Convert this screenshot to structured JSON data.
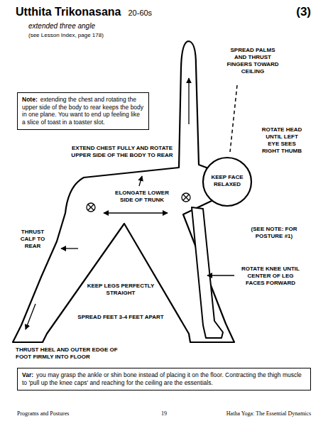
{
  "diagram": {
    "title": "Utthita Trikonasana",
    "nodes": [
      {
        "text": [
          "Note:",
          "extending the chest and rotating the upper side of the body to rear keeps the body in one plane. You want to end up feeling like a slice of toast in a toaster slot."
        ]
      },
      {
        "text": [
          "Var:",
          "you may grasp the ankle or shin bone instead of placing it on the floor. Contracting the thigh muscle to 'pull up the knee caps' and reaching for the ceiling are the essentials."
        ]
      }
    ],
    "labels": [
      "20-60s",
      "(3)",
      "extended three angle",
      "(see Lesson Index, page 178)",
      "SPREAD PALMS AND THRUST FINGERS TOWARD CEILING",
      "ROTATE HEAD UNTIL LEFT EYE SEES RIGHT THUMB",
      "EXTEND CHEST FULLY AND ROTATE UPPER SIDE OF THE BODY TO REAR",
      "KEEP FACE RELAXED",
      "ELONGATE LOWER SIDE OF TRUNK",
      "(SEE NOTE: FOR POSTURE #1)",
      "THRUST CALF TO REAR",
      "ROTATE KNEE UNTIL CENTER OF LEG FACES FORWARD",
      "KEEP LEGS PERFECTLY STRAIGHT",
      "SPREAD FEET 3-4 FEET APART",
      "THRUST HEEL AND OUTER EDGE OF FOOT FIRMLY INTO FLOOR",
      "Programs and Postures",
      "19",
      "Hatha Yoga: The Essential Dynamics"
    ]
  }
}
